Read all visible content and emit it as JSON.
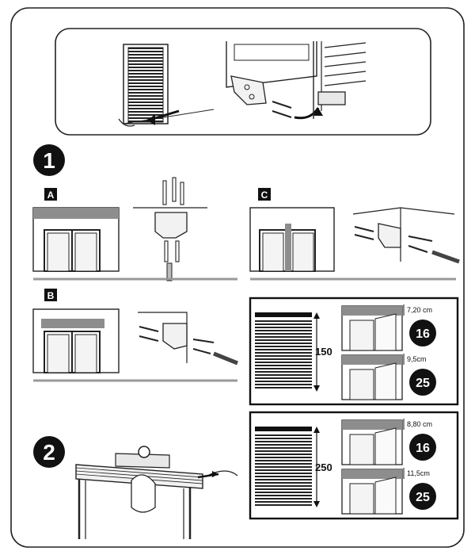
{
  "steps": {
    "step1": "1",
    "step2": "2",
    "label_a": "A",
    "label_b": "B",
    "label_c": "C"
  },
  "size_150": {
    "height": "150",
    "offset_16": "7,20 cm",
    "offset_25": "9,5cm",
    "badge_16": "16",
    "badge_25": "25"
  },
  "size_250": {
    "height": "250",
    "offset_16": "8,80 cm",
    "offset_25": "11,5cm",
    "badge_16": "16",
    "badge_25": "25"
  }
}
